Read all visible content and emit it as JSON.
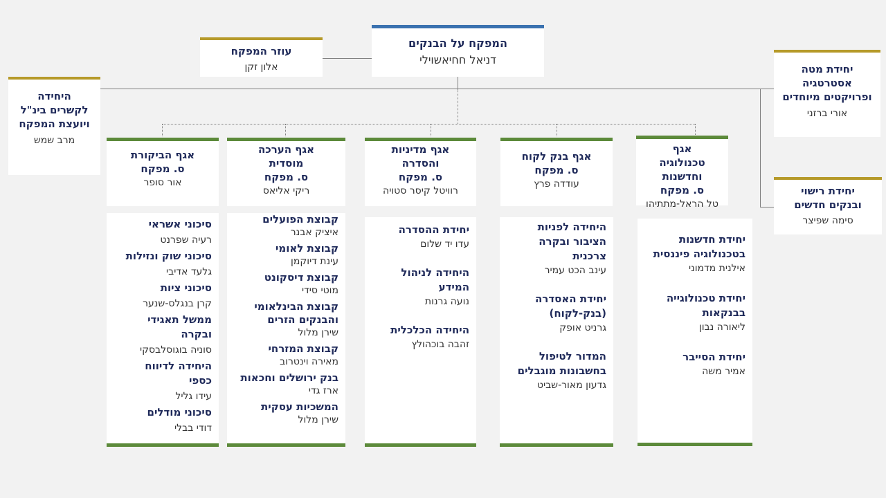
{
  "top": {
    "title": "המפקח על הבנקים",
    "name": "דניאל חחיאשוילי"
  },
  "assistant": {
    "title": "עוזר המפקח",
    "name": "אלון זקן"
  },
  "international": {
    "title_lines": [
      "היחידה",
      "לקשרים בינ\"ל",
      "ויועצת המפקח"
    ],
    "name": "מרב שמש"
  },
  "strategy": {
    "title_lines": [
      "יחידת מטה",
      "אסטרטגיה",
      "ופרויקטים מיוחדים"
    ],
    "name": "אורי ברזני"
  },
  "licensing": {
    "title_lines": [
      "יחידת רישוי",
      "ובנקים חדשים"
    ],
    "name": "סימה שפיצר"
  },
  "departments": [
    {
      "title_lines": [
        "אגף",
        "טכנולוגיה וחדשנות",
        "ס. מפקח"
      ],
      "name": "טל הראל-מתתיהו",
      "units": [
        {
          "title_lines": [
            "יחידת חדשנות",
            "בטכנולוגיה פיננסית"
          ],
          "name": "אילנית מדמוני"
        },
        {
          "title_lines": [
            "יחידת טכנולוגייה",
            "בבנקאות"
          ],
          "name": "ליאורה נבון"
        },
        {
          "title_lines": [
            "יחידת הסייבר"
          ],
          "name": "אמיר משה"
        }
      ]
    },
    {
      "title_lines": [
        "אגף בנק לקוח",
        "ס. מפקח"
      ],
      "name": "עודדה פרץ",
      "units": [
        {
          "title_lines": [
            "היחידה לפניות",
            "הציבור ובקרה",
            "צרכנית"
          ],
          "name": "עינב הכט עמיר"
        },
        {
          "title_lines": [
            "יחידת האסדרה",
            "(בנק-לקוח)"
          ],
          "name": "גרניט אופק"
        },
        {
          "title_lines": [
            "המדור לטיפול",
            "בחשבונות מוגבלים"
          ],
          "name": "גדעון מאור-שביט"
        }
      ]
    },
    {
      "title_lines": [
        "אגף מדיניות",
        "והסדרה",
        "ס. מפקח"
      ],
      "name": "רוויטל קיסר סטויה",
      "units": [
        {
          "title_lines": [
            "יחידת ההסדרה"
          ],
          "name": "עדו יד שלום"
        },
        {
          "title_lines": [
            "היחידה לניהול",
            "המידע"
          ],
          "name": "נועה גרנות"
        },
        {
          "title_lines": [
            "היחידה הכלכלית"
          ],
          "name": "זהבה בוכהולץ"
        }
      ]
    },
    {
      "title_lines": [
        "אגף הערכה",
        "מוסדית",
        "ס. מפקח"
      ],
      "name": "ריקי אליאס",
      "units": [
        {
          "title_lines": [
            "קבוצת הפועלים"
          ],
          "name": "איציק אבנר"
        },
        {
          "title_lines": [
            "קבוצת לאומי"
          ],
          "name": "עינת דיוקמן"
        },
        {
          "title_lines": [
            "קבוצת דיסקונט"
          ],
          "name": "מוטי סידי"
        },
        {
          "title_lines": [
            "קבוצת הבינלאומי",
            "והבנקים הזרים"
          ],
          "name": "שירן מלול"
        },
        {
          "title_lines": [
            "קבוצת המזרחי"
          ],
          "name": "מאירה וינטרוב"
        },
        {
          "title_lines": [
            "בנק ירושלים וחכאות"
          ],
          "name": "ארז גדי"
        },
        {
          "title_lines": [
            "המשכיות עסקית"
          ],
          "name": "שירן מלול"
        }
      ]
    },
    {
      "title_lines": [
        "אגף הביקורת",
        "ס. מפקח"
      ],
      "name": "אור סופר",
      "units": [
        {
          "title_lines": [
            "סיכוני אשראי"
          ],
          "name": "רעיה שפרנט"
        },
        {
          "title_lines": [
            "סיכוני שוק ונזילות"
          ],
          "name": "גלעד אדיבי"
        },
        {
          "title_lines": [
            "סיכוני ציות"
          ],
          "name": "קרן בנגלס-שנער"
        },
        {
          "title_lines": [
            "ממשל תאגידי",
            "ובקרה"
          ],
          "name": "סוניה בוגוסלבסקי"
        },
        {
          "title_lines": [
            "היחידה לדיווח",
            "כספי"
          ],
          "name": "עידו גליל"
        },
        {
          "title_lines": [
            "סיכוני מודלים"
          ],
          "name": "דודי בבלי"
        }
      ]
    }
  ]
}
